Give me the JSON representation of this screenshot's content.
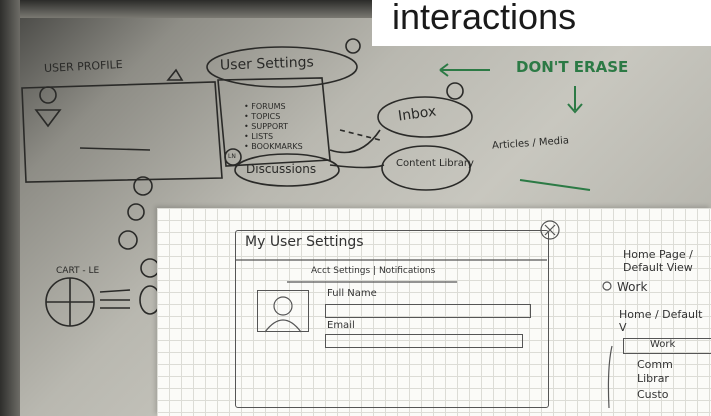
{
  "banner": {
    "title": "interactions"
  },
  "whiteboard": {
    "user_profile": "USER PROFILE",
    "user_settings": "User Settings",
    "dont_erase": "DON'T ERASE",
    "inbox": "Inbox",
    "discussions": "Discussions",
    "content_library": "Content Library",
    "articles": "Articles / Media",
    "forums_list": [
      "• FORUMS",
      "• TOPICS",
      "• SUPPORT",
      "• LISTS",
      "• BOOKMARKS"
    ],
    "cart_label": "CART - LE",
    "ln": "LN"
  },
  "sketch": {
    "title": "My User Settings",
    "tabs": "Acct Settings | Notifications",
    "full_name_label": "Full Name",
    "email_label": "Email",
    "homepage_label": "Home Page / Default View",
    "work_radio": "Work",
    "home_default_label": "Home / Default V",
    "dropdown_value": "Work",
    "dropdown_options": [
      "Comm",
      "Librar",
      "Custo"
    ]
  },
  "colors": {
    "marker_dark": "#2a2a28",
    "marker_green": "#2c7a45",
    "paper": "#fbfbf8"
  }
}
